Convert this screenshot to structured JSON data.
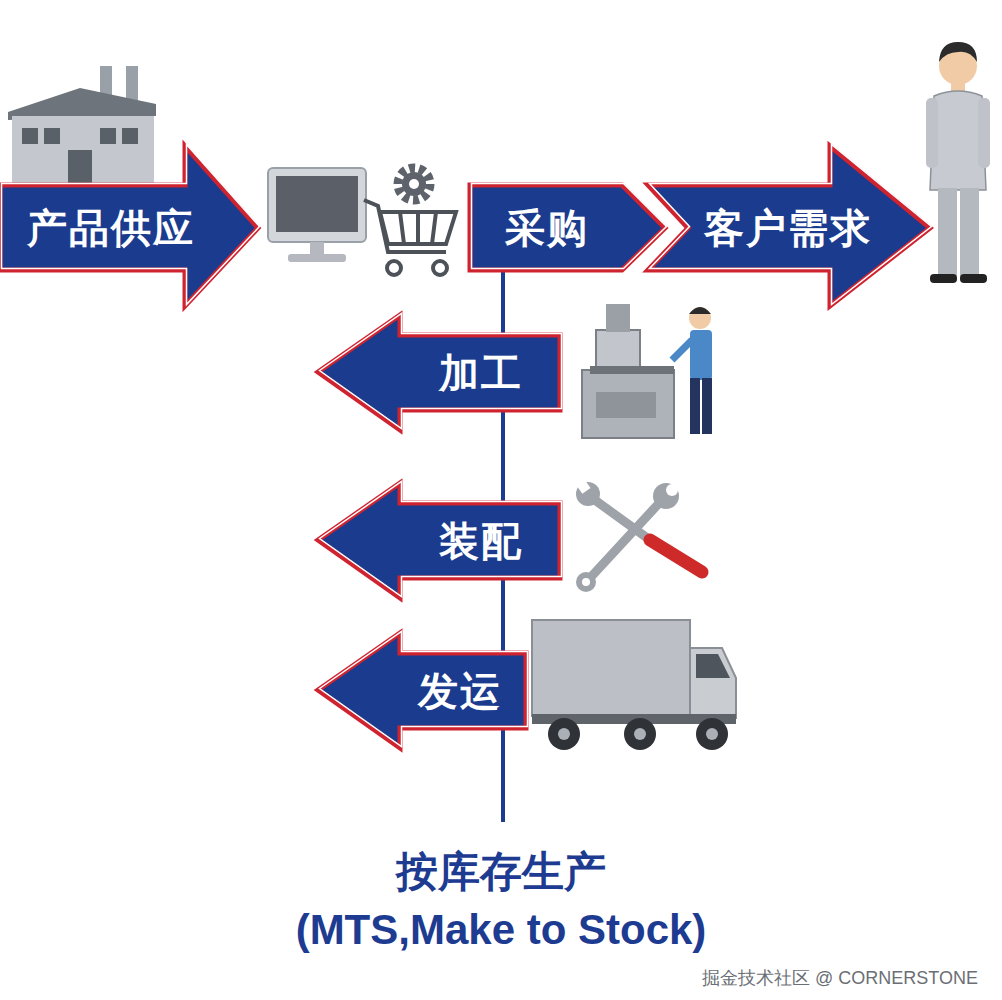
{
  "diagram": {
    "title": "按库存生产 (MTS,Make to Stock)",
    "nodes": [
      {
        "text": [
          "产品供应"
        ]
      },
      {
        "text": [
          "采购"
        ]
      },
      {
        "text": [
          "客户需求"
        ]
      },
      {
        "text": [
          "加工"
        ]
      },
      {
        "text": [
          "装配"
        ]
      },
      {
        "text": [
          "发运"
        ]
      }
    ],
    "labels": [
      "掘金技术社区 @ CORNERSTONE"
    ]
  }
}
